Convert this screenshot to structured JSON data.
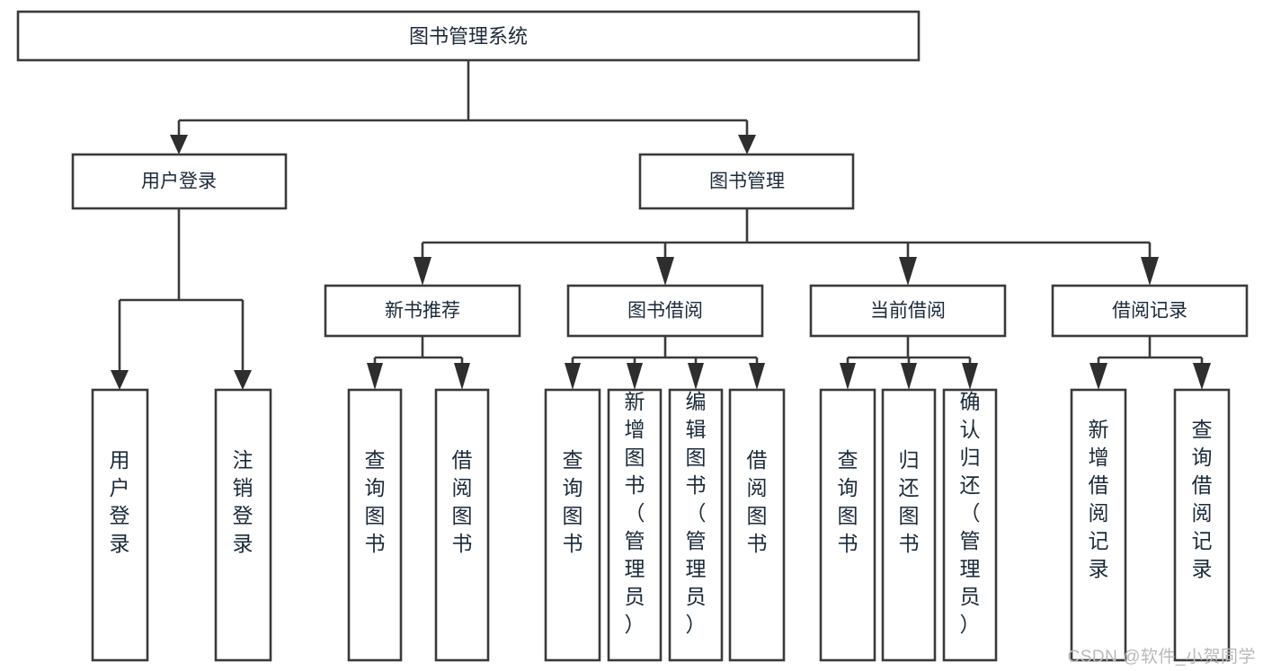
{
  "diagram": {
    "type": "tree",
    "title": "图书管理系统",
    "watermark": "CSDN @软件_小贺同学",
    "root": {
      "id": "root",
      "label": "图书管理系统",
      "orientation": "horizontal"
    },
    "level2": [
      {
        "id": "user-login",
        "label": "用户登录",
        "orientation": "horizontal"
      },
      {
        "id": "book-manage",
        "label": "图书管理",
        "orientation": "horizontal"
      }
    ],
    "level3": [
      {
        "id": "new-book-rec",
        "label": "新书推荐",
        "orientation": "horizontal",
        "parent": "book-manage"
      },
      {
        "id": "book-borrow",
        "label": "图书借阅",
        "orientation": "horizontal",
        "parent": "book-manage"
      },
      {
        "id": "current-borrow",
        "label": "当前借阅",
        "orientation": "horizontal",
        "parent": "book-manage"
      },
      {
        "id": "borrow-record",
        "label": "借阅记录",
        "orientation": "horizontal",
        "parent": "book-manage"
      }
    ],
    "leaves": [
      {
        "id": "leaf-user-login",
        "label": "用户登录",
        "orientation": "vertical",
        "parent": "user-login"
      },
      {
        "id": "leaf-logout",
        "label": "注销登录",
        "orientation": "vertical",
        "parent": "user-login"
      },
      {
        "id": "leaf-query-book-1",
        "label": "查询图书",
        "orientation": "vertical",
        "parent": "new-book-rec"
      },
      {
        "id": "leaf-borrow-book-1",
        "label": "借阅图书",
        "orientation": "vertical",
        "parent": "new-book-rec"
      },
      {
        "id": "leaf-query-book-2",
        "label": "查询图书",
        "orientation": "vertical",
        "parent": "book-borrow"
      },
      {
        "id": "leaf-add-book",
        "label": "新增图书（管理员）",
        "orientation": "vertical",
        "parent": "book-borrow"
      },
      {
        "id": "leaf-edit-book",
        "label": "编辑图书（管理员）",
        "orientation": "vertical",
        "parent": "book-borrow"
      },
      {
        "id": "leaf-borrow-book-2",
        "label": "借阅图书",
        "orientation": "vertical",
        "parent": "book-borrow"
      },
      {
        "id": "leaf-query-book-3",
        "label": "查询图书",
        "orientation": "vertical",
        "parent": "current-borrow"
      },
      {
        "id": "leaf-return-book",
        "label": "归还图书",
        "orientation": "vertical",
        "parent": "current-borrow"
      },
      {
        "id": "leaf-confirm-return",
        "label": "确认归还（管理员）",
        "orientation": "vertical",
        "parent": "current-borrow"
      },
      {
        "id": "leaf-add-record",
        "label": "新增借阅记录",
        "orientation": "vertical",
        "parent": "borrow-record"
      },
      {
        "id": "leaf-query-record",
        "label": "查询借阅记录",
        "orientation": "vertical",
        "parent": "borrow-record"
      }
    ],
    "colors": {
      "box_stroke": "#3a3a3a",
      "box_fill": "#ffffff",
      "text": "#1b2a3a",
      "connector": "#3a3a3a",
      "watermark": "#b9b9b9",
      "background": "#ffffff"
    }
  }
}
